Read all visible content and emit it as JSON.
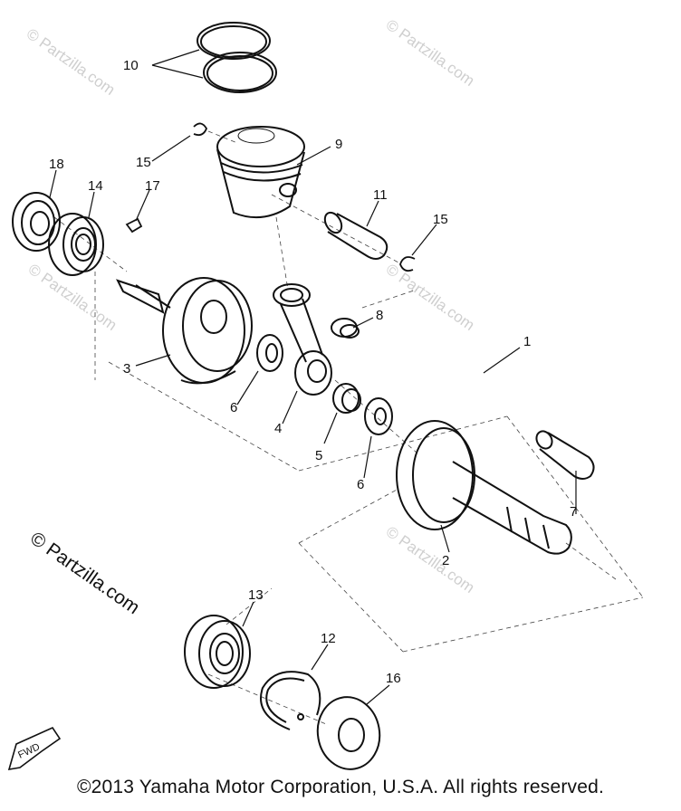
{
  "diagram": {
    "callouts": [
      {
        "id": "10",
        "label": "10"
      },
      {
        "id": "15a",
        "label": "15"
      },
      {
        "id": "9",
        "label": "9"
      },
      {
        "id": "18",
        "label": "18"
      },
      {
        "id": "14",
        "label": "14"
      },
      {
        "id": "17",
        "label": "17"
      },
      {
        "id": "11",
        "label": "11"
      },
      {
        "id": "15b",
        "label": "15"
      },
      {
        "id": "8",
        "label": "8"
      },
      {
        "id": "1",
        "label": "1"
      },
      {
        "id": "3",
        "label": "3"
      },
      {
        "id": "6a",
        "label": "6"
      },
      {
        "id": "4",
        "label": "4"
      },
      {
        "id": "5",
        "label": "5"
      },
      {
        "id": "6b",
        "label": "6"
      },
      {
        "id": "7",
        "label": "7"
      },
      {
        "id": "2",
        "label": "2"
      },
      {
        "id": "13",
        "label": "13"
      },
      {
        "id": "12",
        "label": "12"
      },
      {
        "id": "16",
        "label": "16"
      }
    ],
    "watermarks": {
      "faint": "© Partzilla.com",
      "dark": "© Partzilla.com"
    },
    "fwd_label": "FWD",
    "copyright": "©2013  Yamaha Motor Corporation, U.S.A. All rights reserved."
  }
}
